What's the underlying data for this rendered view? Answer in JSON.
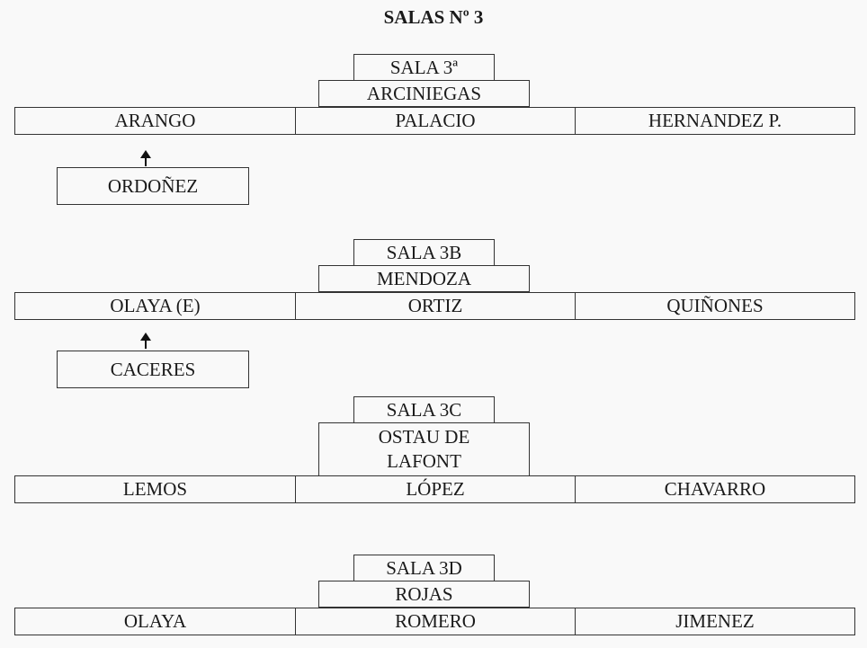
{
  "title": "SALAS Nº 3",
  "salas": [
    {
      "name": "SALA 3ª",
      "president": "ARCINIEGAS",
      "members": [
        "ARANGO",
        "PALACIO",
        "HERNANDEZ P."
      ],
      "substitute": "ORDOÑEZ"
    },
    {
      "name": "SALA 3B",
      "president": "MENDOZA",
      "members": [
        "OLAYA (E)",
        "ORTIZ",
        "QUIÑONES"
      ],
      "substitute": "CACERES"
    },
    {
      "name": "SALA 3C",
      "president": "OSTAU DE LAFONT",
      "members": [
        "LEMOS",
        "LÓPEZ",
        "CHAVARRO"
      ]
    },
    {
      "name": "SALA 3D",
      "president": "ROJAS",
      "members": [
        "OLAYA",
        "ROMERO",
        "JIMENEZ"
      ]
    }
  ]
}
